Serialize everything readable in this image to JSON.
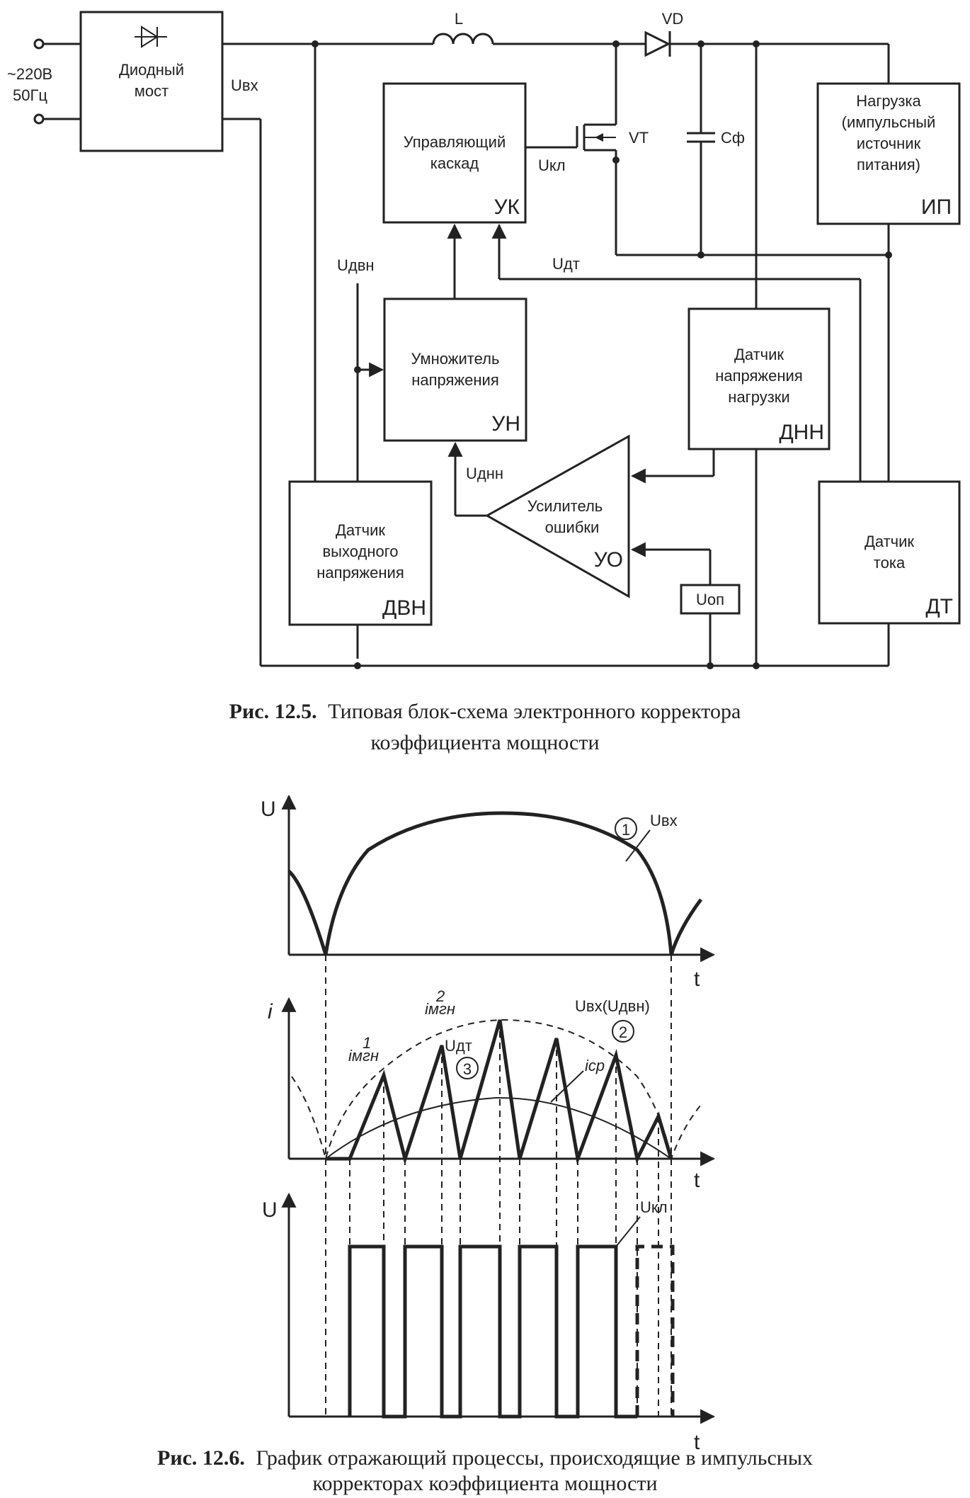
{
  "fig1": {
    "mains": [
      "~220В",
      "50Гц"
    ],
    "bridge": [
      "Диодный",
      "мост"
    ],
    "uvx": "Uвх",
    "inductor": "L",
    "diode": "VD",
    "transistor": "VT",
    "cap": "Cф",
    "ukl": "Uкл",
    "uk": {
      "lines": [
        "Управляющий",
        "каскад"
      ],
      "code": "УК"
    },
    "load": {
      "lines": [
        "Нагрузка",
        "(импульсный",
        "источник",
        "питания)"
      ],
      "code": "ИП"
    },
    "udvn": "Uдвн",
    "udt": "Uдт",
    "un": {
      "lines": [
        "Умножитель",
        "напряжения"
      ],
      "code": "УН"
    },
    "dnn": {
      "lines": [
        "Датчик",
        "напряжения",
        "нагрузки"
      ],
      "code": "ДНН"
    },
    "udnn": "Uднн",
    "uo": {
      "lines": [
        "Усилитель",
        "ошибки"
      ],
      "code": "УО"
    },
    "dvn": {
      "lines": [
        "Датчик",
        "выходного",
        "напряжения"
      ],
      "code": "ДВН"
    },
    "dt": {
      "lines": [
        "Датчик",
        "тока"
      ],
      "code": "ДТ"
    },
    "uop": "Uоп",
    "caption_num": "Рис. 12.5.",
    "caption_text": "Типовая блок-схема электронного корректора",
    "caption_line2": "коэффициента мощности"
  },
  "fig2": {
    "axis_u": "U",
    "axis_i": "i",
    "axis_t": "t",
    "uvx": "Uвх",
    "uvx_udvn": "Uвх(Uдвн)",
    "udt": "Uдт",
    "icp": "iср",
    "imgn": "iмгн",
    "sup1": "1",
    "sup2": "2",
    "ukl": "Uкл",
    "n1": "1",
    "n2": "2",
    "n3": "3",
    "caption_num": "Рис. 12.6.",
    "caption_text": "График отражающий процессы, происходящие в импульсных",
    "caption_line2": "корректорах коэффициента мощности"
  }
}
